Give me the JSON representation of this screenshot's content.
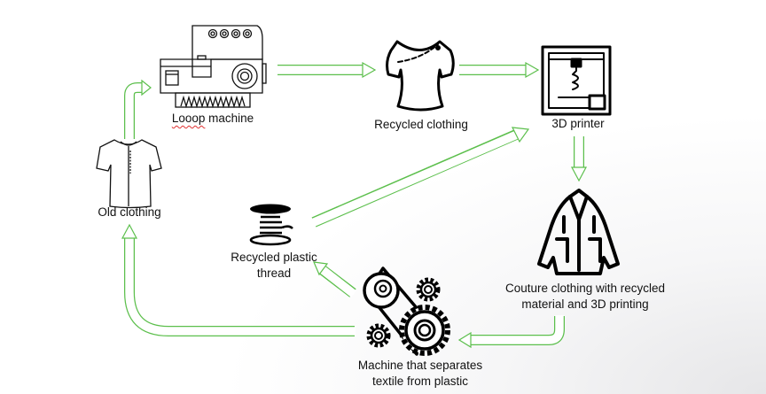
{
  "nodes": {
    "looop_machine": {
      "label_pre": "Looop",
      "label_post": " machine",
      "icon": "serger-machine-icon"
    },
    "recycled_clothing": {
      "label": "Recycled clothing",
      "icon": "blouse-icon"
    },
    "printer_3d": {
      "label": "3D printer",
      "icon": "3d-printer-icon"
    },
    "old_clothing": {
      "label": "Old clothing",
      "icon": "shirt-icon"
    },
    "plastic_thread": {
      "label_line1": "Recycled plastic",
      "label_line2": "thread",
      "icon": "spool-icon"
    },
    "couture": {
      "label_line1": "Couture clothing with recycled",
      "label_line2": "material and 3D printing",
      "icon": "coat-icon"
    },
    "separator": {
      "label_line1": "Machine that separates",
      "label_line2": "textile from plastic",
      "icon": "gears-icon"
    }
  },
  "colors": {
    "arrow": "#5cbf4c",
    "icon": "#111111"
  }
}
